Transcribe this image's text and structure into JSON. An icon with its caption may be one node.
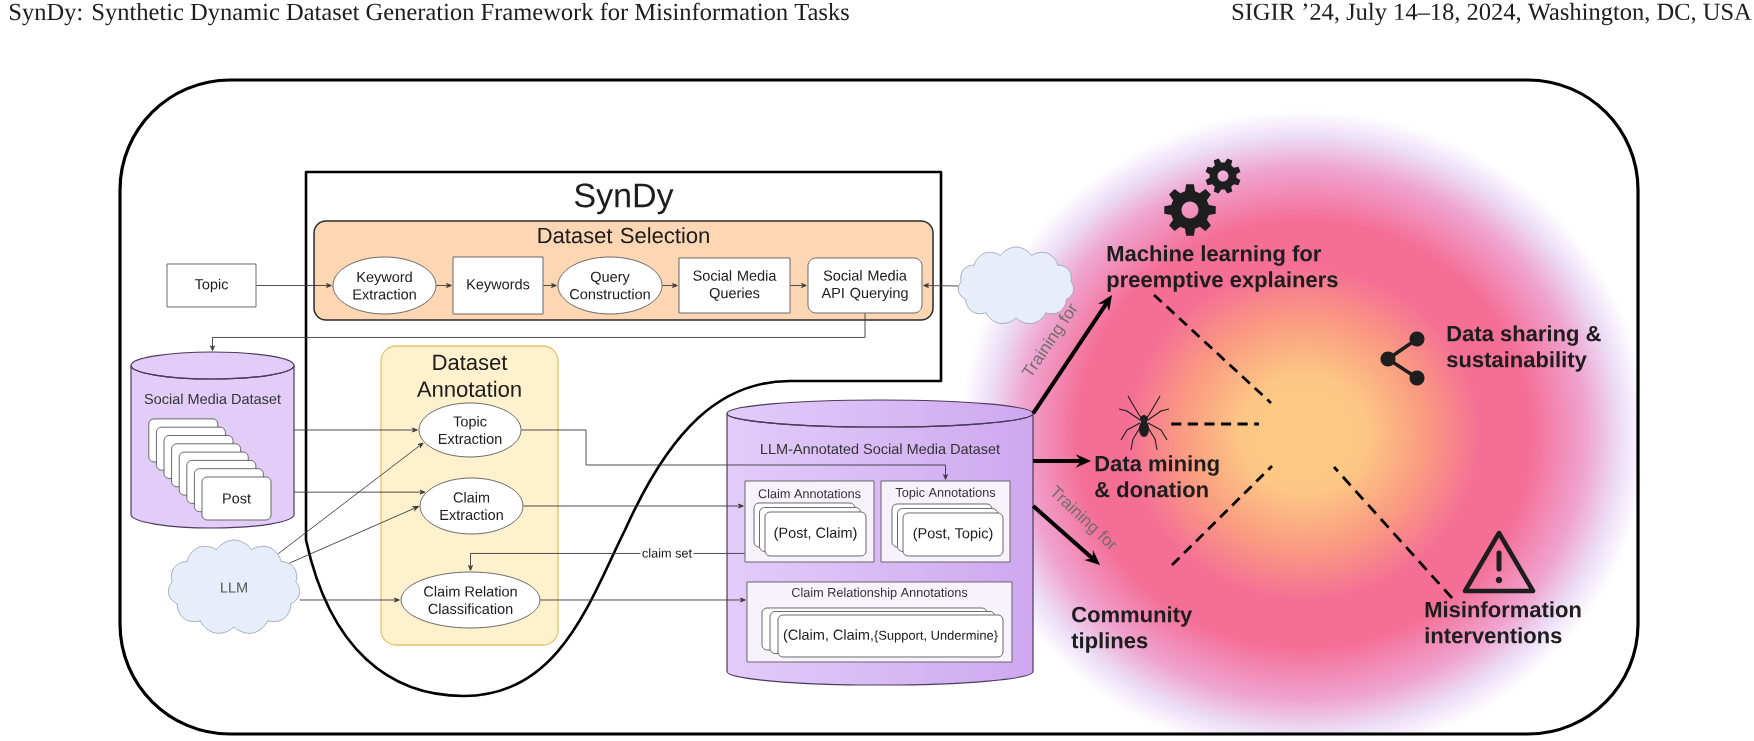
{
  "diagram": {
    "nodes": [
      {
        "text": [],
        "shape": "box"
      },
      {
        "text": [
          "SynDy"
        ],
        "in": 0
      },
      {
        "text": [
          "Dataset Selection"
        ],
        "in": 1
      },
      {
        "text": [
          "Topic"
        ],
        "in": 0
      },
      {
        "text": [
          "Keyword Extraction"
        ],
        "in": 2
      },
      {
        "text": [
          "Keywords"
        ],
        "in": 2
      },
      {
        "text": [
          "Query Construction"
        ],
        "in": 2
      },
      {
        "text": [
          "Social Media Queries"
        ],
        "in": 2
      },
      {
        "text": [
          "Social Media API Querying"
        ],
        "in": 2
      },
      {
        "text": [],
        "shape": "cloud",
        "in": 0
      },
      {
        "text": [
          "Social Media Dataset"
        ],
        "in": 0
      },
      {
        "text": [
          "Post"
        ],
        "in": 10
      },
      {
        "text": [
          "Dataset Annotation"
        ],
        "in": 1
      },
      {
        "text": [
          "Topic Extraction"
        ],
        "in": 12
      },
      {
        "text": [
          "Claim Extraction"
        ],
        "in": 12
      },
      {
        "text": [
          "Claim Relation Classification"
        ],
        "in": 12
      },
      {
        "text": [
          "LLM"
        ],
        "in": 0
      },
      {
        "text": [
          "LLM-Annotated Social Media Dataset"
        ],
        "in": 0
      },
      {
        "text": [
          "Claim Annotations"
        ],
        "in": 17
      },
      {
        "text": [
          "(Post, Claim)"
        ],
        "in": 18
      },
      {
        "text": [
          "Topic Annotations"
        ],
        "in": 17
      },
      {
        "text": [
          "(Post, Topic)"
        ],
        "in": 20
      },
      {
        "text": [
          "Claim Relationship Annotations"
        ],
        "in": 17
      },
      {
        "text": [
          "(Claim, Claim,",
          "{Support, Undermine}"
        ],
        "in": 22
      },
      {
        "text": [
          "Machine learning for preemptive explainers"
        ],
        "in": 0
      },
      {
        "text": [],
        "shape": "picture",
        "in": 0
      },
      {
        "text": [
          "Data mining & donation"
        ],
        "in": 0
      },
      {
        "text": [
          "Community tiplines"
        ],
        "in": 0
      },
      {
        "text": [
          "Misinformation interventions"
        ],
        "in": 0
      }
    ],
    "edges": [
      {
        "from": 3,
        "to": 4,
        "arrow": "to"
      },
      {
        "from": 4,
        "to": 5,
        "arrow": "to"
      },
      {
        "from": 5,
        "to": 6,
        "arrow": "to"
      },
      {
        "from": 6,
        "to": 7,
        "arrow": "to"
      },
      {
        "from": 7,
        "to": 8,
        "arrow": "to"
      },
      {
        "from": 9,
        "to": 8,
        "arrow": "to"
      },
      {
        "from": 8,
        "to": 10,
        "arrow": "to"
      },
      {
        "from": 10,
        "to": 13,
        "arrow": "to"
      },
      {
        "from": 10,
        "to": 14,
        "arrow": "to"
      },
      {
        "from": 16,
        "to": 13,
        "arrow": "to"
      },
      {
        "from": 16,
        "to": 14,
        "arrow": "to"
      },
      {
        "from": 16,
        "to": 15,
        "arrow": "to"
      },
      {
        "from": 13,
        "to": 20,
        "arrow": "to"
      },
      {
        "from": 14,
        "to": 18,
        "arrow": "to"
      },
      {
        "from": 18,
        "to": 15,
        "arrow": "to",
        "label": "claim set"
      },
      {
        "from": 15,
        "to": 22,
        "arrow": "to"
      },
      {
        "from": 17,
        "to": 24,
        "arrow": "to",
        "label": "Training for",
        "style": "thick"
      },
      {
        "from": 17,
        "to": 26,
        "arrow": "to",
        "style": "thick"
      },
      {
        "from": 17,
        "to": 27,
        "arrow": "to",
        "label": "Training for",
        "style": "thick"
      },
      {
        "from": 24,
        "to": null,
        "arrow": "none",
        "style": "dashed"
      },
      {
        "from": 25,
        "to": null,
        "arrow": "none",
        "style": "dashed"
      },
      {
        "from": 27,
        "to": null,
        "arrow": "none",
        "style": "dashed"
      },
      {
        "from": 28,
        "to": null,
        "arrow": "none",
        "style": "dashed"
      }
    ],
    "labels": [
      "SynDy: Synthetic Dynamic Dataset Generation Framework for Misinformation Tasks",
      "SIGIR ’24, July 14–18, 2024, Washington, DC, USA",
      "Data sharing & sustainability"
    ]
  }
}
